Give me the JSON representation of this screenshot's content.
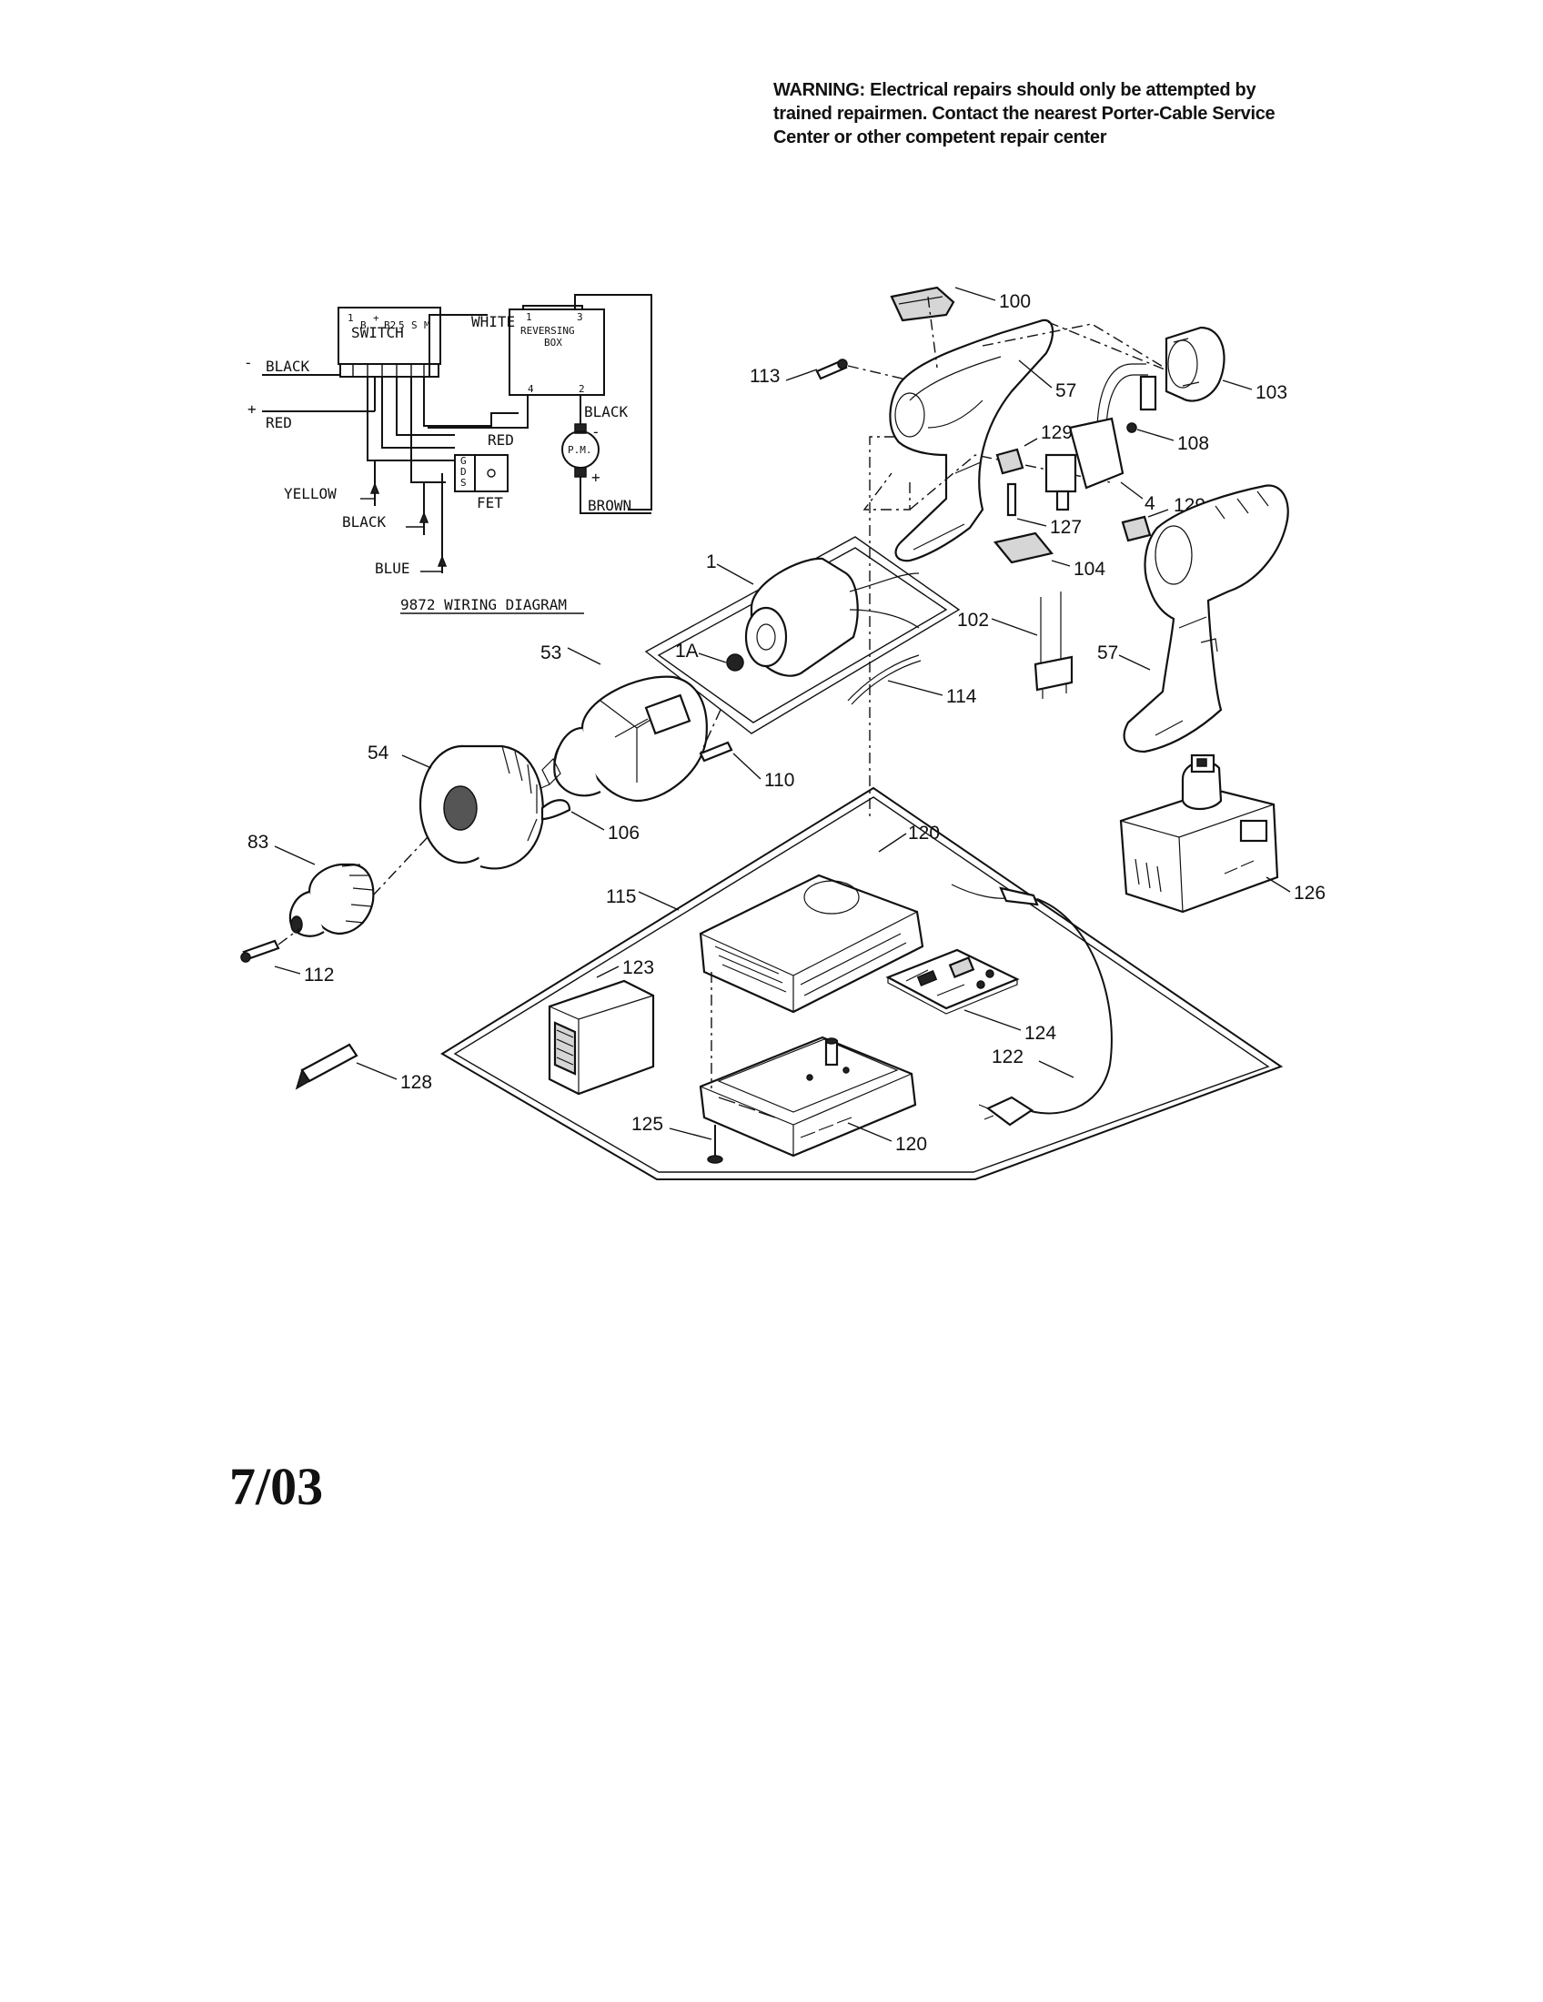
{
  "warning_text": "WARNING: Electrical repairs should only be attempted by trained repairmen. Contact the nearest Porter-Cable Service Center or other competent repair center",
  "date_code": "7/03",
  "wiring": {
    "title": "9872 WIRING DIAGRAM",
    "switch_label": "SWITCH",
    "switch_pins": [
      "1",
      "B",
      "+",
      "B2",
      "5",
      "S",
      "M"
    ],
    "reversing_box": {
      "line1": "REVERSING",
      "line2": "BOX",
      "pins": [
        "1",
        "3",
        "4",
        "2"
      ]
    },
    "motor_label": "P.M.",
    "fet_label": "FET",
    "fet_pins": [
      "G",
      "D",
      "S"
    ],
    "wires": {
      "white": "WHITE",
      "black_left": "BLACK",
      "red_left": "RED",
      "red_mid": "RED",
      "black_right": "BLACK",
      "brown": "BROWN",
      "yellow": "YELLOW",
      "black_bottom": "BLACK",
      "blue": "BLUE"
    },
    "polarity": {
      "minus": "-",
      "plus": "+"
    }
  },
  "callouts": {
    "p100": "100",
    "p113": "113",
    "p57a": "57",
    "p103": "103",
    "p108": "108",
    "p129a": "129",
    "p4": "4",
    "p129b": "129",
    "p127": "127",
    "p104": "104",
    "p1": "1",
    "p1a": "1A",
    "p53": "53",
    "p114": "114",
    "p102": "102",
    "p57b": "57",
    "p54": "54",
    "p110": "110",
    "p106": "106",
    "p83": "83",
    "p120a": "120",
    "p115": "115",
    "p126": "126",
    "p112": "112",
    "p123": "123",
    "p124": "124",
    "p122": "122",
    "p128": "128",
    "p125": "125",
    "p120b": "120"
  }
}
